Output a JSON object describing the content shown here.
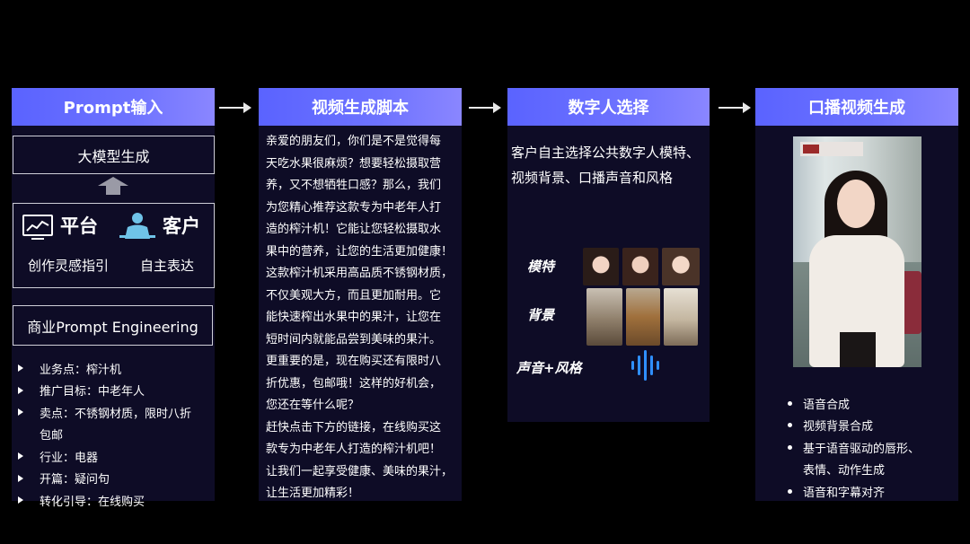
{
  "columns": [
    {
      "title": "Prompt输入",
      "box_top": "大模型生成",
      "platform_label": "平台",
      "customer_label": "客户",
      "platform_caption": "创作灵感指引",
      "customer_caption": "自主表达",
      "box_bottom": "商业Prompt Engineering",
      "bullets": [
        "业务点：榨汁机",
        "推广目标：中老年人",
        "卖点：不锈钢材质，限时八折",
        "包邮",
        "行业：电器",
        "开篇：疑问句",
        "转化引导：在线购买"
      ]
    },
    {
      "title": "视频生成脚本",
      "script_lines": [
        "亲爱的朋友们，你们是不是觉得每",
        "天吃水果很麻烦？想要轻松摄取营",
        "养，又不想牺牲口感？那么，我们",
        "为您精心推荐这款专为中老年人打",
        "造的榨汁机！它能让您轻松摄取水",
        "果中的营养，让您的生活更加健康！",
        "这款榨汁机采用高品质不锈钢材质，",
        "不仅美观大方，而且更加耐用。它",
        "能快速榨出水果中的果汁，让您在",
        "短时间内就能品尝到美味的果汁。",
        "更重要的是，现在购买还有限时八",
        "折优惠，包邮哦！这样的好机会，",
        "您还在等什么呢？",
        "赶快点击下方的链接，在线购买这",
        "款专为中老年人打造的榨汁机吧！",
        "让我们一起享受健康、美味的果汁，",
        "让生活更加精彩！"
      ]
    },
    {
      "title": "数字人选择",
      "desc_lines": [
        "客户自主选择公共数字人模特、",
        "视频背景、口播声音和风格"
      ],
      "row_model": "模特",
      "row_background": "背景",
      "row_voice": "声音+风格"
    },
    {
      "title": "口播视频生成",
      "bullets": [
        "语音合成",
        "视频背景合成",
        "基于语音驱动的唇形、",
        "表情、动作生成",
        "语音和字幕对齐"
      ]
    }
  ],
  "colors": {
    "header_start": "#5a63ff",
    "header_end": "#8a86ff",
    "panel": "#0e0c26",
    "accent_icon": "#6fc3e8",
    "waveform": "#2f8fff"
  }
}
